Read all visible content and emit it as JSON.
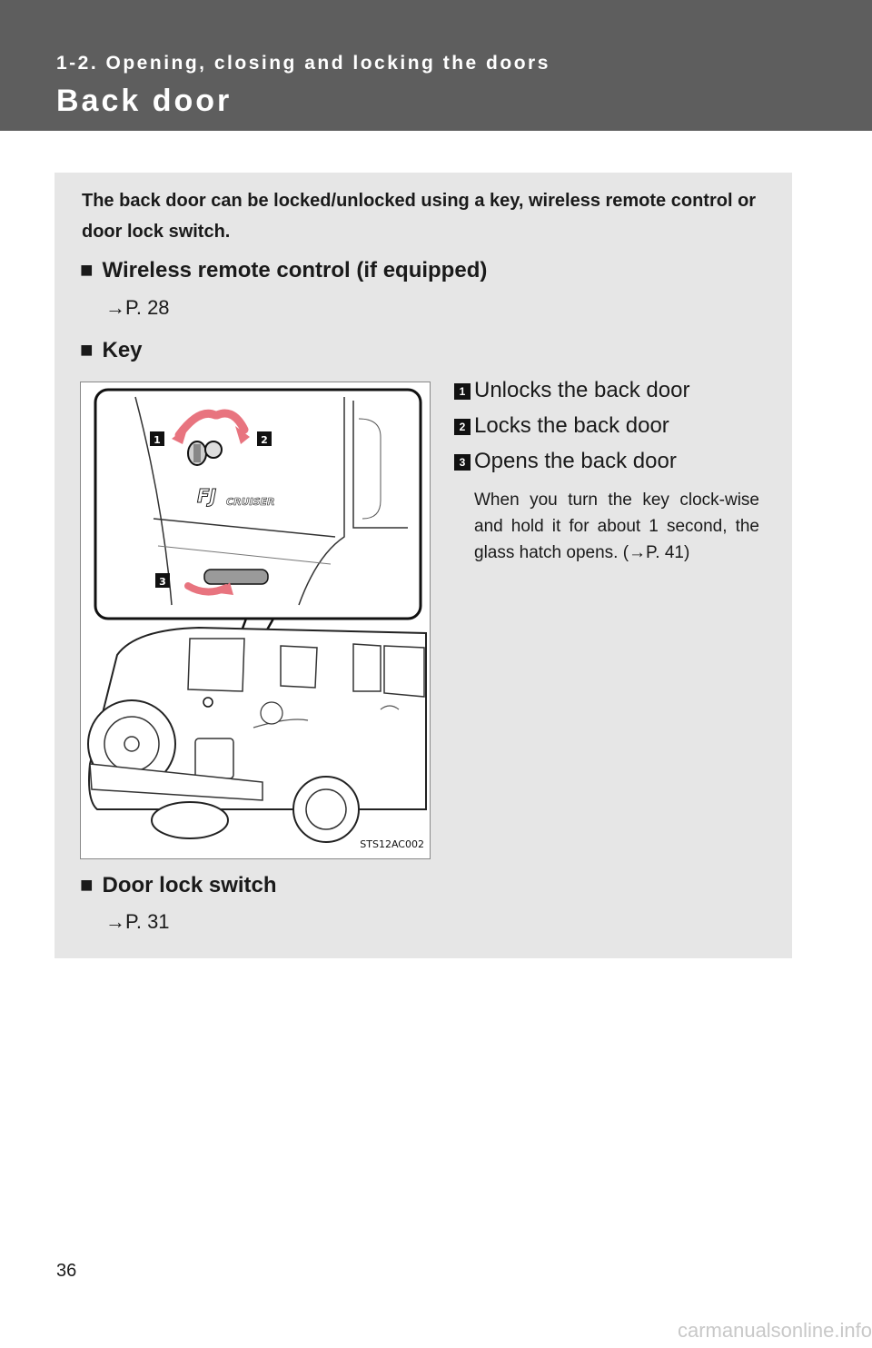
{
  "header": {
    "section": "1-2. Opening, closing and locking the doors",
    "title": "Back door"
  },
  "intro": "The back door can be locked/unlocked using a key, wireless remote control or door lock switch.",
  "sections": [
    {
      "bullet": "■",
      "heading": "Wireless remote control (if equipped)",
      "ref": "→P. 28"
    },
    {
      "bullet": "■",
      "heading": "Key"
    },
    {
      "bullet": "■",
      "heading": "Door lock switch",
      "ref": "→P. 31"
    }
  ],
  "legend": [
    {
      "num": "1",
      "label": "Unlocks the back door"
    },
    {
      "num": "2",
      "label": "Locks the back door"
    },
    {
      "num": "3",
      "label": "Opens the back door"
    }
  ],
  "note": "When you turn the key clock-wise and hold it for about 1 second, the glass hatch opens. (→P. 41)",
  "illustration": {
    "code": "STS12AC002",
    "callouts": [
      "1",
      "2",
      "3"
    ],
    "badge": "FJ CRUISER"
  },
  "page_number": "36",
  "watermark": "carmanualsonline.info"
}
